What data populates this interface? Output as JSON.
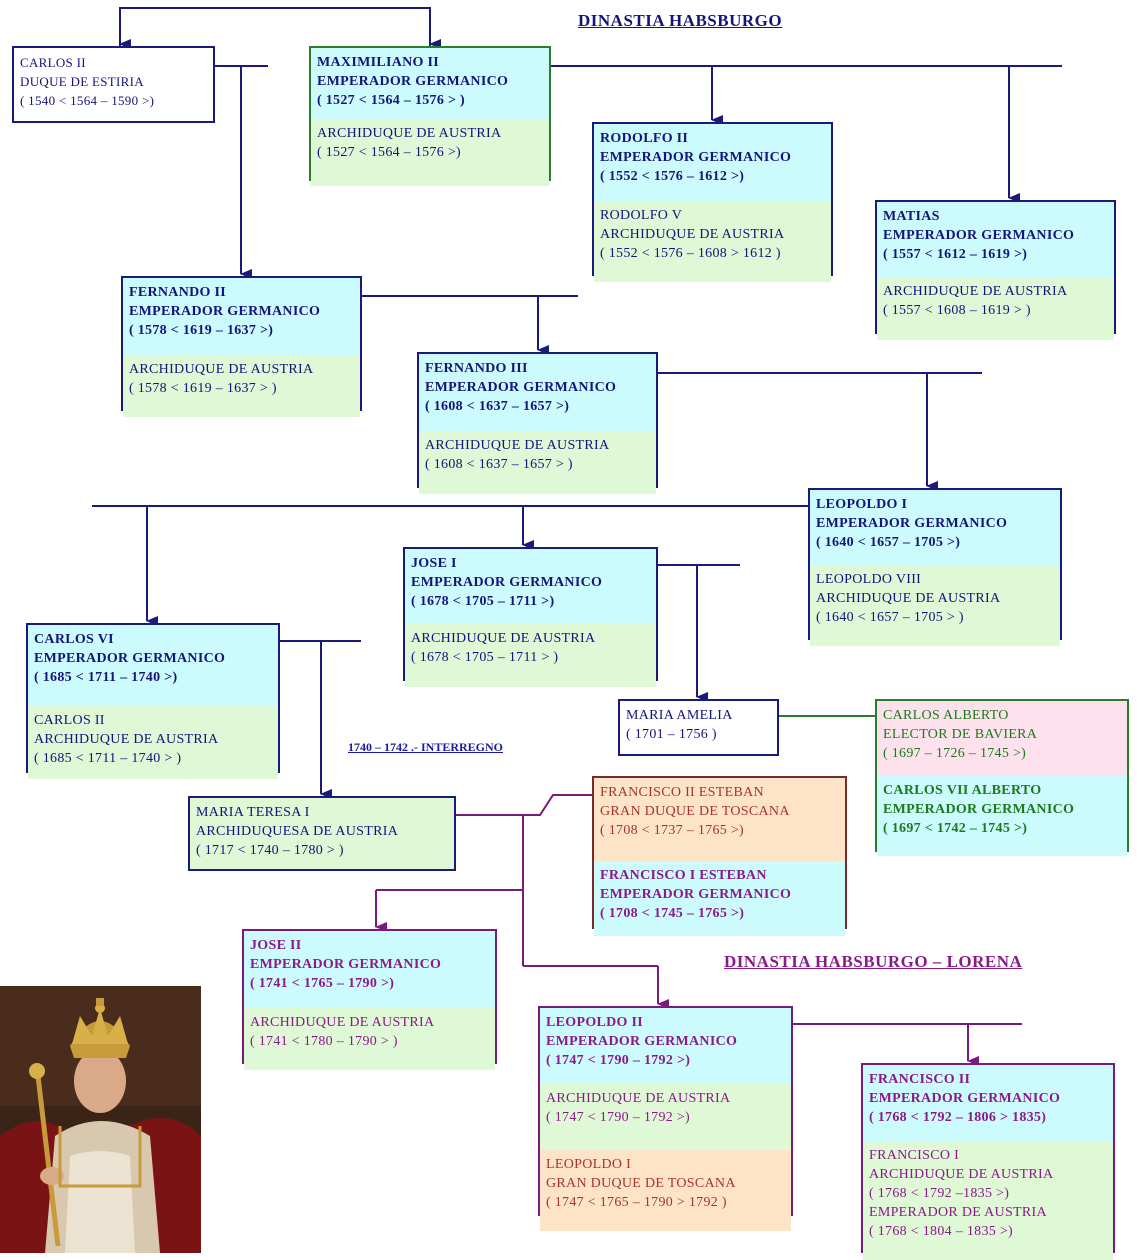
{
  "titles": {
    "habsburgo": "DINASTIA   HABSBURGO",
    "habsburgo_lorena": "DINASTIA   HABSBURGO – LORENA",
    "interregno": "1740 – 1742  .-  INTERREGNO"
  },
  "colors": {
    "navy": "#1a1a7a",
    "green": "#2a7d2a",
    "purple": "#7a1a7a",
    "cyan_fill": "#ccfbfd",
    "green_fill": "#dff8d6",
    "pink_fill": "#fde2ee",
    "orange_fill": "#fde4c8"
  },
  "persons": {
    "carlos_ii_estiria": [
      "CARLOS  II",
      "DUQUE  DE  ESTIRIA",
      "( 1540 < 1564 – 1590 >)"
    ],
    "maximiliano_ii": {
      "top": [
        "MAXIMILIANO  II",
        "EMPERADOR  GERMANICO",
        "(  1527 < 1564 – 1576 > )"
      ],
      "bottom": [
        "ARCHIDUQUE  DE  AUSTRIA",
        "( 1527 < 1564 – 1576 >)"
      ]
    },
    "rodolfo_ii": {
      "top": [
        "RODOLFO  II",
        "EMPERADOR  GERMANICO",
        "( 1552 < 1576 – 1612 >)"
      ],
      "bottom": [
        "RODOLFO  V",
        "ARCHIDUQUE  DE  AUSTRIA",
        "( 1552 < 1576 – 1608 > 1612 )"
      ]
    },
    "matias": {
      "top": [
        "MATIAS",
        "EMPERADOR  GERMANICO",
        "( 1557 < 1612 – 1619 >)"
      ],
      "bottom": [
        "ARCHIDUQUE  DE  AUSTRIA",
        "( 1557 < 1608 – 1619 > )"
      ]
    },
    "fernando_ii": {
      "top": [
        "FERNANDO  II",
        "EMPERADOR  GERMANICO",
        "( 1578 < 1619 – 1637 >)"
      ],
      "bottom": [
        "ARCHIDUQUE  DE  AUSTRIA",
        "( 1578 < 1619 – 1637 > )"
      ]
    },
    "fernando_iii": {
      "top": [
        "FERNANDO  III",
        "EMPERADOR  GERMANICO",
        "( 1608 < 1637 – 1657 >)"
      ],
      "bottom": [
        "ARCHIDUQUE  DE  AUSTRIA",
        "( 1608 < 1637 – 1657 > )"
      ]
    },
    "leopoldo_i": {
      "top": [
        "LEOPOLDO  I",
        "EMPERADOR  GERMANICO",
        "( 1640 < 1657 – 1705 >)"
      ],
      "bottom": [
        "LEOPOLDO  VIII",
        "ARCHIDUQUE  DE  AUSTRIA",
        "( 1640 < 1657 – 1705 > )"
      ]
    },
    "jose_i": {
      "top": [
        "JOSE  I",
        "EMPERADOR  GERMANICO",
        "( 1678 < 1705 – 1711 >)"
      ],
      "bottom": [
        "ARCHIDUQUE  DE  AUSTRIA",
        "( 1678 < 1705 – 1711 > )"
      ]
    },
    "carlos_vi": {
      "top": [
        "CARLOS  VI",
        "EMPERADOR  GERMANICO",
        "( 1685 < 1711 – 1740 >)"
      ],
      "bottom": [
        "CARLOS  II",
        "ARCHIDUQUE  DE  AUSTRIA",
        "( 1685 < 1711 – 1740 > )"
      ]
    },
    "maria_amelia": [
      "MARIA  AMELIA",
      "( 1701 – 1756 )"
    ],
    "carlos_alberto": {
      "top": [
        "CARLOS  ALBERTO",
        "ELECTOR  DE  BAVIERA",
        "( 1697 – 1726 – 1745 >)"
      ],
      "bottom": [
        "CARLOS  VII  ALBERTO",
        "EMPERADOR  GERMANICO",
        "( 1697 < 1742 – 1745 >)"
      ]
    },
    "maria_teresa_i": [
      "MARIA  TERESA  I",
      "ARCHIDUQUESA  DE  AUSTRIA",
      "( 1717 < 1740 – 1780 > )"
    ],
    "francisco_i_esteban": {
      "top": [
        "FRANCISCO  II  ESTEBAN",
        "GRAN  DUQUE  DE  TOSCANA",
        "( 1708 < 1737 – 1765 >)"
      ],
      "bottom": [
        "FRANCISCO  I  ESTEBAN",
        "EMPERADOR  GERMANICO",
        "( 1708 < 1745 – 1765 >)"
      ]
    },
    "jose_ii": {
      "top": [
        "JOSE  II",
        "EMPERADOR  GERMANICO",
        "( 1741 < 1765 – 1790 >)"
      ],
      "bottom": [
        "ARCHIDUQUE  DE  AUSTRIA",
        "( 1741 < 1780 – 1790 > )"
      ]
    },
    "leopoldo_ii": {
      "top": [
        "LEOPOLDO  II",
        "EMPERADOR  GERMANICO",
        "( 1747 < 1790 – 1792 >)"
      ],
      "middle": [
        "ARCHIDUQUE  DE  AUSTRIA",
        "( 1747 < 1790 – 1792 >)"
      ],
      "bottom": [
        "LEOPOLDO  I",
        "GRAN  DUQUE  DE  TOSCANA",
        "( 1747 < 1765 – 1790 > 1792 )"
      ]
    },
    "francisco_ii": {
      "top": [
        "FRANCISCO  II",
        "EMPERADOR  GERMANICO",
        "( 1768 < 1792 – 1806 > 1835)"
      ],
      "bottom": [
        "FRANCISCO  I",
        "ARCHIDUQUE  DE  AUSTRIA",
        "( 1768 < 1792 –1835 >)",
        "EMPERADOR  DE  AUSTRIA",
        "( 1768 < 1804 – 1835 >)"
      ]
    }
  },
  "portrait": {
    "subject": "portrait-painting",
    "palette": [
      "#3a2418",
      "#8a1a1a",
      "#d8c8b0",
      "#c89a3a"
    ]
  }
}
